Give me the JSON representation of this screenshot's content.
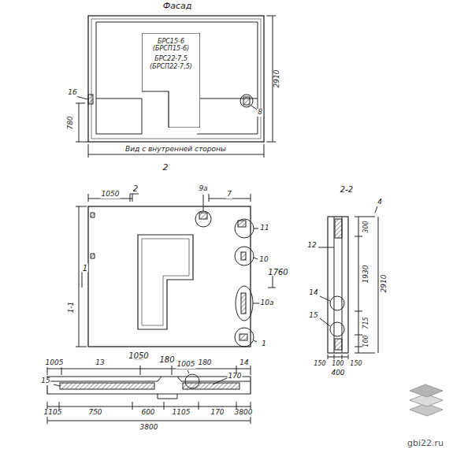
{
  "diagram": {
    "nodes": [
      {
        "text": [
          "БРС15-6 (БРСП15-6)",
          "БРС22-7,5 (БРСП22-7,5)"
        ]
      }
    ],
    "labels": [
      "Фасад",
      "16",
      "780",
      "2910",
      "8",
      "Вид с внутренней стороны",
      "2",
      "2",
      "1050",
      "1050",
      "7",
      "9а",
      "11",
      "10",
      "10а",
      "1",
      "1",
      "1760",
      "1-1",
      "180",
      "1005",
      "13",
      "1005",
      "180",
      "14",
      "15",
      "170",
      "1105",
      "750",
      "600",
      "1105",
      "170",
      "3800",
      "2-2",
      "4",
      "300",
      "1930",
      "715",
      "100",
      "2910",
      "12",
      "14",
      "15",
      "150",
      "100",
      "150",
      "400",
      "3800",
      "gbi22.ru"
    ]
  }
}
